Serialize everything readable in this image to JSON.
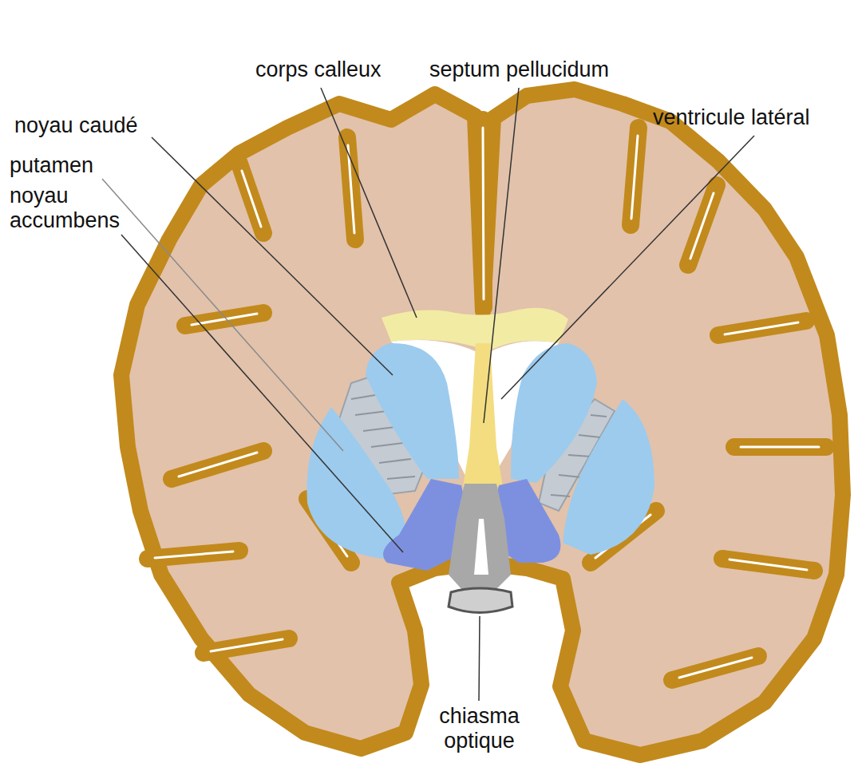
{
  "diagram": {
    "labels": [
      "corps calleux",
      "septum pellucidum",
      "noyau caudé",
      "putamen",
      "noyau accumbens",
      "ventricule latéral",
      "chiasma optique"
    ]
  }
}
